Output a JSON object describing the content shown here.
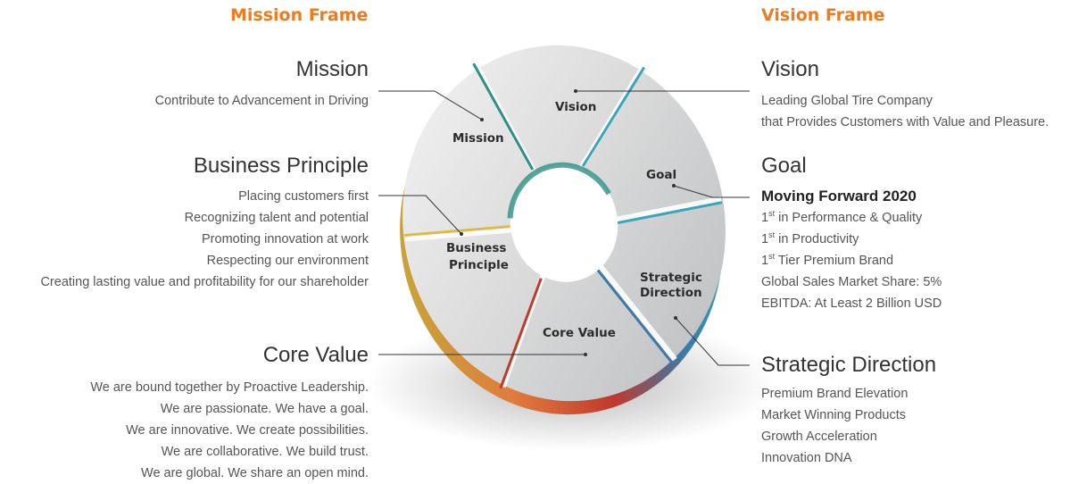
{
  "colors": {
    "accent": "#f07a1e",
    "leader_line": "#333333",
    "mission": "#c9a23a",
    "vision": "#2e8f86",
    "goal": "#3aa4b8",
    "strategic_direction": "#3c79a8",
    "core_value": "#c0392b",
    "business_principle": "#e07b3e"
  },
  "headers": {
    "mission_frame": "Mission Frame",
    "vision_frame": "Vision Frame"
  },
  "wheel_labels": {
    "mission": "Mission",
    "vision": "Vision",
    "goal": "Goal",
    "strategic_direction_1": "Strategic",
    "strategic_direction_2": "Direction",
    "core_value": "Core Value",
    "business_principle_1": "Business",
    "business_principle_2": "Principle"
  },
  "mission": {
    "title": "Mission",
    "text": "Contribute to Advancement in Driving"
  },
  "business_principle": {
    "title": "Business Principle",
    "items": [
      "Placing customers first",
      "Recognizing talent and potential",
      "Promoting innovation at work",
      "Respecting our environment",
      "Creating lasting value and profitability for our shareholder"
    ]
  },
  "core_value": {
    "title": "Core Value",
    "items": [
      "We are bound together by Proactive Leadership.",
      "We are passionate. We have a goal.",
      "We are innovative. We create possibilities.",
      "We are collaborative. We build trust.",
      "We are global. We share an open mind."
    ]
  },
  "vision": {
    "title": "Vision",
    "lines": [
      "Leading Global Tire Company",
      "that Provides Customers with Value and Pleasure."
    ]
  },
  "goal": {
    "title": "Goal",
    "subtitle": "Moving Forward 2020",
    "items": [
      {
        "num": "1",
        "sup": "st",
        "text": " in Performance & Quality"
      },
      {
        "num": "1",
        "sup": "st",
        "text": " in Productivity"
      },
      {
        "num": "1",
        "sup": "st",
        "text": " Tier Premium Brand"
      }
    ],
    "extra": [
      "Global Sales Market Share: 5%",
      "EBITDA: At Least 2 Billion USD"
    ]
  },
  "strategic_direction": {
    "title": "Strategic Direction",
    "items": [
      "Premium Brand Elevation",
      "Market Winning Products",
      "Growth Acceleration",
      "Innovation DNA"
    ]
  }
}
